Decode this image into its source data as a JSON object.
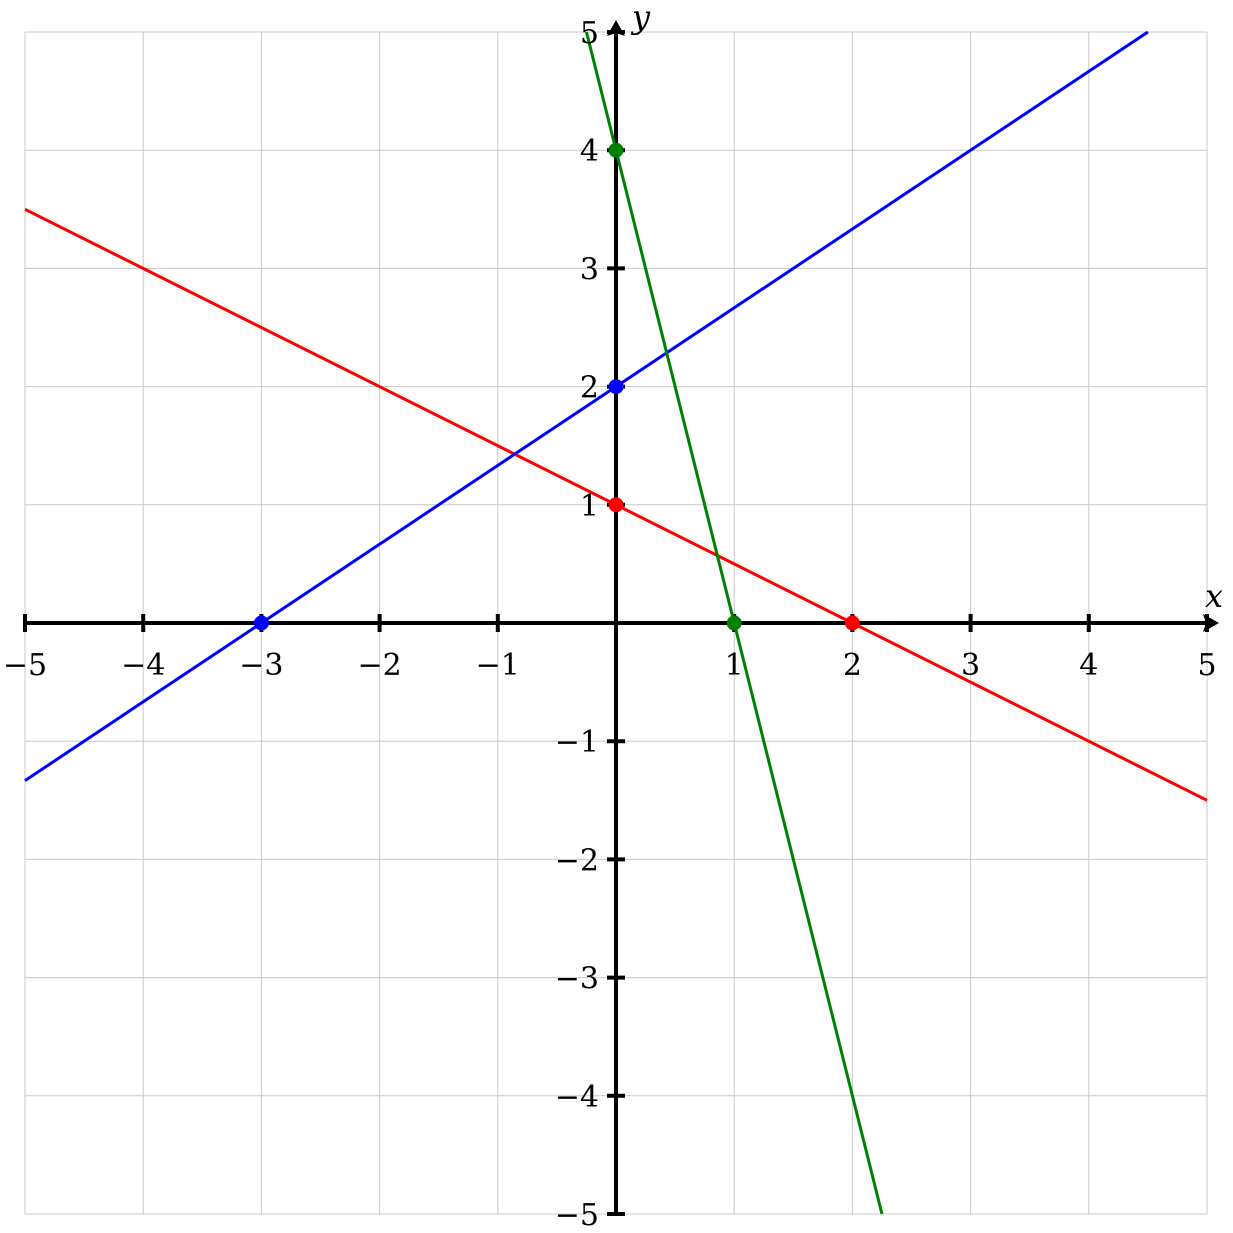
{
  "chart_data": {
    "type": "line",
    "title": "",
    "xlabel": "x",
    "ylabel": "y",
    "xlim": [
      -5,
      5
    ],
    "ylim": [
      -5,
      5
    ],
    "grid": true,
    "x_ticks": [
      "−5",
      "−4",
      "−3",
      "−2",
      "−1",
      "1",
      "2",
      "3",
      "4",
      "5"
    ],
    "x_tick_values": [
      -5,
      -4,
      -3,
      -2,
      -1,
      1,
      2,
      3,
      4,
      5
    ],
    "y_ticks": [
      "−5",
      "−4",
      "−3",
      "−2",
      "−1",
      "1",
      "2",
      "3",
      "4",
      "5"
    ],
    "y_tick_values": [
      -5,
      -4,
      -3,
      -2,
      -1,
      1,
      2,
      3,
      4,
      5
    ],
    "series": [
      {
        "color": "#ff0000",
        "points": [
          [
            -5,
            3.5
          ],
          [
            5,
            -1.5
          ]
        ],
        "markers": [
          [
            0,
            1
          ],
          [
            2,
            0
          ]
        ]
      },
      {
        "color": "#0000ff",
        "points": [
          [
            -5,
            -1.3333
          ],
          [
            4.5,
            5
          ]
        ],
        "markers": [
          [
            -3,
            0
          ],
          [
            0,
            2
          ]
        ]
      },
      {
        "color": "#008000",
        "points": [
          [
            -0.25,
            5
          ],
          [
            2.25,
            -5
          ]
        ],
        "markers": [
          [
            0,
            4
          ],
          [
            1,
            0
          ]
        ]
      }
    ]
  }
}
